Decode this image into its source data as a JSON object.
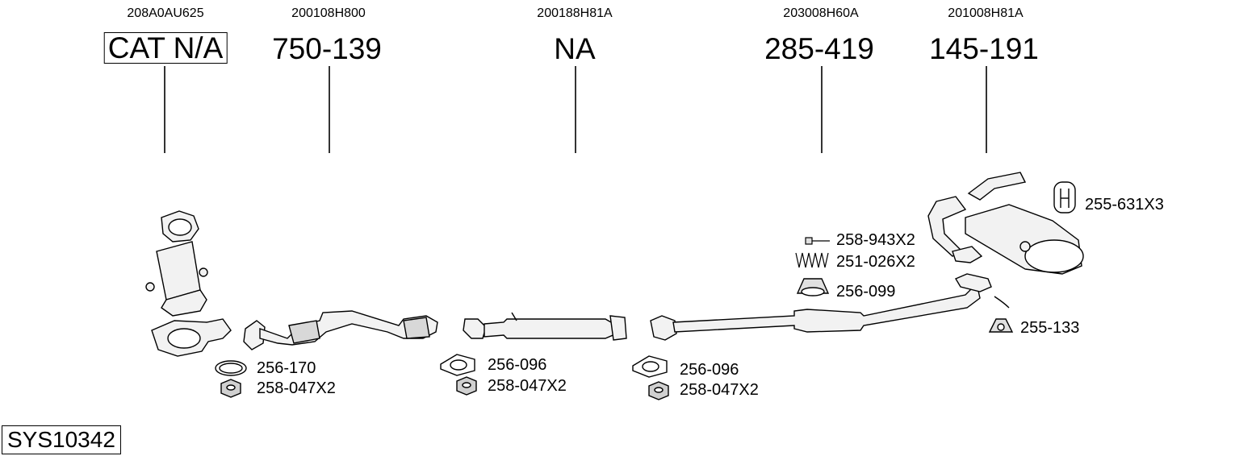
{
  "parts": [
    {
      "oem": "208A0AU625",
      "ref": "CAT N/A"
    },
    {
      "oem": "200108H800",
      "ref": "750-139"
    },
    {
      "oem": "200188H81A",
      "ref": "NA"
    },
    {
      "oem": "203008H60A",
      "ref": "285-419"
    },
    {
      "oem": "201008H81A",
      "ref": "145-191"
    }
  ],
  "fittings": {
    "g1_gasket": "256-170",
    "g1_nut": "258-047X2",
    "g2_gasket": "256-096",
    "g2_nut": "258-047X2",
    "g3_gasket": "256-096",
    "g3_nut": "258-047X2",
    "bolt": "258-943X2",
    "spring": "251-026X2",
    "ring": "256-099",
    "hanger": "255-133",
    "mount": "255-631X3"
  },
  "system_id": "SYS10342"
}
